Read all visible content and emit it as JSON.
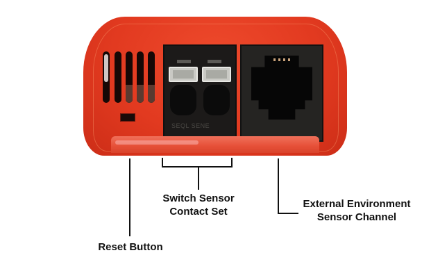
{
  "diagram": {
    "subject": "Sensor device end panel",
    "body_color": "#e23a20",
    "terminal_marking": "SEQL SENE",
    "callouts": [
      {
        "id": "reset",
        "label": "Reset Button"
      },
      {
        "id": "switch",
        "label_line1": "Switch Sensor",
        "label_line2": "Contact Set"
      },
      {
        "id": "external",
        "label_line1": "External Environment",
        "label_line2": "Sensor Channel"
      }
    ]
  }
}
